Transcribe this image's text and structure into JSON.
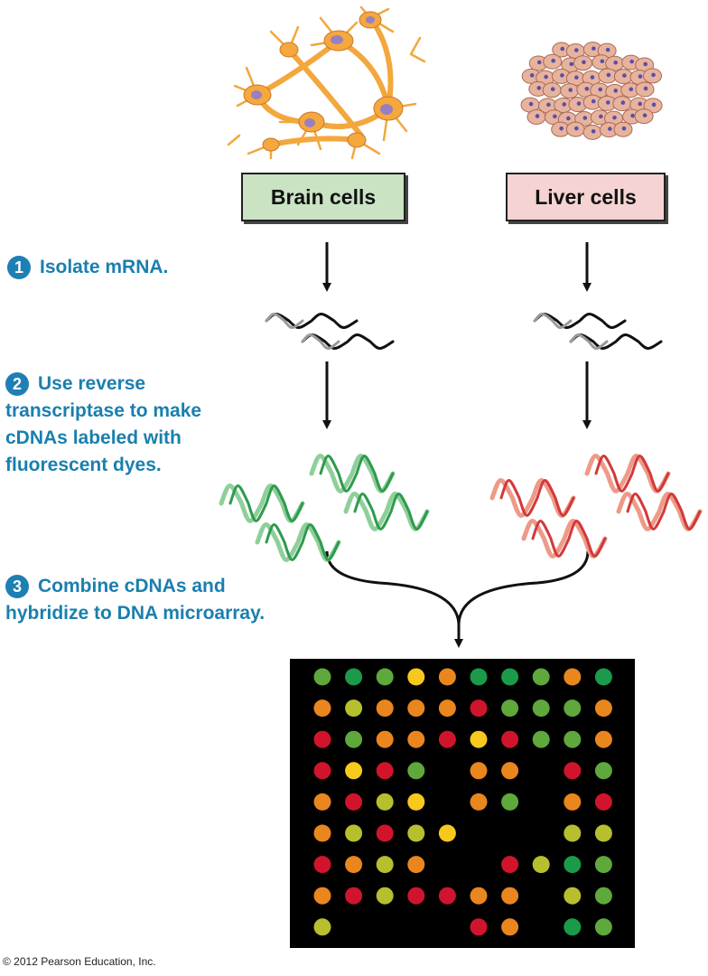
{
  "labels": {
    "brain": "Brain cells",
    "liver": "Liver cells"
  },
  "steps": [
    {
      "number": "1",
      "lines": [
        "Isolate mRNA."
      ]
    },
    {
      "number": "2",
      "lines": [
        "Use reverse",
        "transcriptase to make",
        "cDNAs labeled with",
        "fluorescent dyes."
      ]
    },
    {
      "number": "3",
      "lines": [
        "Combine cDNAs and",
        "hybridize to DNA microarray."
      ]
    }
  ],
  "copyright": "© 2012 Pearson Education, Inc.",
  "colors": {
    "step_text": "#1a7fae",
    "brain_box": "#c9e3c3",
    "liver_box": "#f5d3d3",
    "brain_cells": "#f5a83d",
    "liver_cells": "#e8b39d",
    "green_cdna": "#2e9b4e",
    "red_cdna": "#d23a3a"
  },
  "microarray": {
    "columns": 10,
    "rows": [
      [
        "green",
        "dgreen",
        "green",
        "yellow",
        "orange",
        "dgreen",
        "dgreen",
        "green",
        "orange",
        "dgreen"
      ],
      [
        "orange",
        "olive",
        "orange",
        "orange",
        "orange",
        "red",
        "green",
        "green",
        "green",
        "orange"
      ],
      [
        "red",
        "green",
        "orange",
        "orange",
        "red",
        "yellow",
        "red",
        "green",
        "green",
        "orange"
      ],
      [
        "red",
        "yellow",
        "red",
        "green",
        "",
        "orange",
        "orange",
        "",
        "red",
        "green"
      ],
      [
        "orange",
        "red",
        "olive",
        "yellow",
        "",
        "orange",
        "green",
        "",
        "orange",
        "red"
      ],
      [
        "orange",
        "olive",
        "red",
        "olive",
        "yellow",
        "",
        "",
        "",
        "olive",
        "olive"
      ],
      [
        "red",
        "orange",
        "olive",
        "orange",
        "",
        "",
        "red",
        "olive",
        "dgreen",
        "green"
      ],
      [
        "orange",
        "red",
        "olive",
        "red",
        "red",
        "orange",
        "orange",
        "",
        "olive",
        "green"
      ],
      [
        "olive",
        "",
        "",
        "",
        "",
        "red",
        "orange",
        "",
        "dgreen",
        "green"
      ]
    ],
    "palette": {
      "dgreen": "#1b9a4a",
      "green": "#5ea83c",
      "olive": "#b6bf2e",
      "yellow": "#f7c81d",
      "orange": "#e9861e",
      "red": "#d0142c"
    }
  }
}
